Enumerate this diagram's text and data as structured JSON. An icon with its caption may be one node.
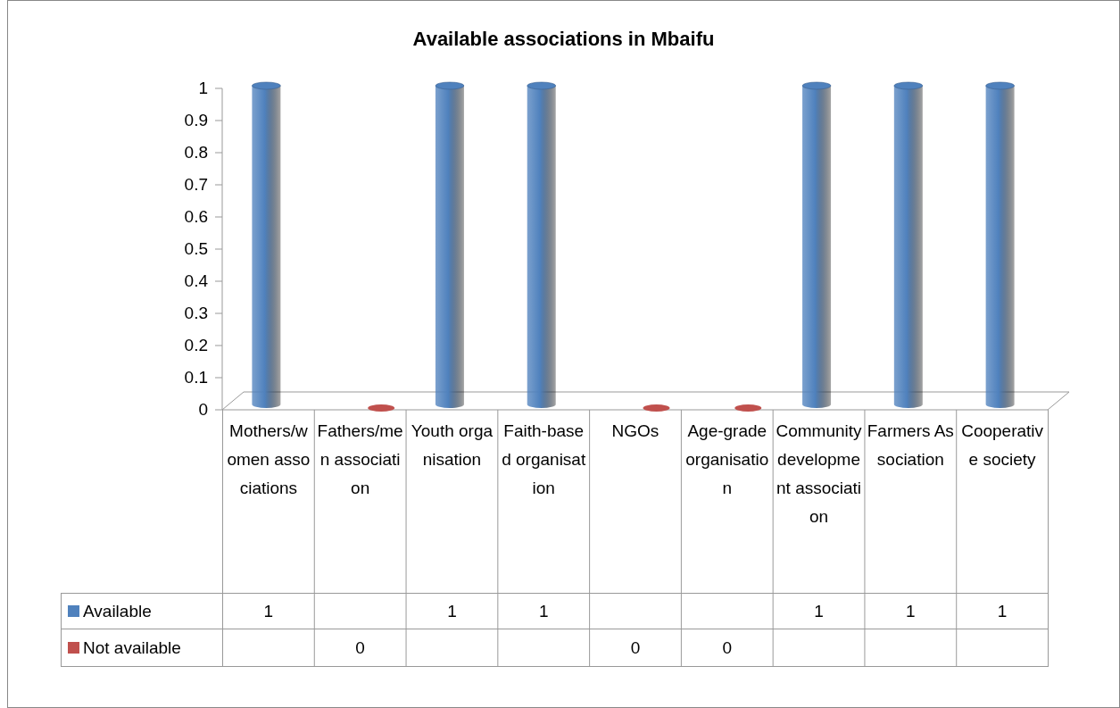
{
  "diagram": {
    "chart_data": {
      "type": "bar",
      "title": "Available associations in Mbaifu",
      "categories": [
        "Mothers/women associations",
        "Fathers/men association",
        "Youth organisation",
        "Faith-based organisation",
        "NGOs",
        "Age-grade organisation",
        "Community development association",
        "Farmers Association",
        "Cooperative society"
      ],
      "series": [
        {
          "name": "Available",
          "color": "#4f81bd",
          "values": [
            1,
            null,
            1,
            1,
            null,
            null,
            1,
            1,
            1
          ]
        },
        {
          "name": "Not available",
          "color": "#c0504d",
          "values": [
            null,
            0,
            null,
            null,
            0,
            0,
            null,
            null,
            null
          ]
        }
      ],
      "data_labels": true,
      "legend": true,
      "ylim": [
        0,
        1
      ],
      "yticks": [
        0,
        0.1,
        0.2,
        0.3,
        0.4,
        0.5,
        0.6,
        0.7,
        0.8,
        0.9,
        1
      ]
    }
  }
}
